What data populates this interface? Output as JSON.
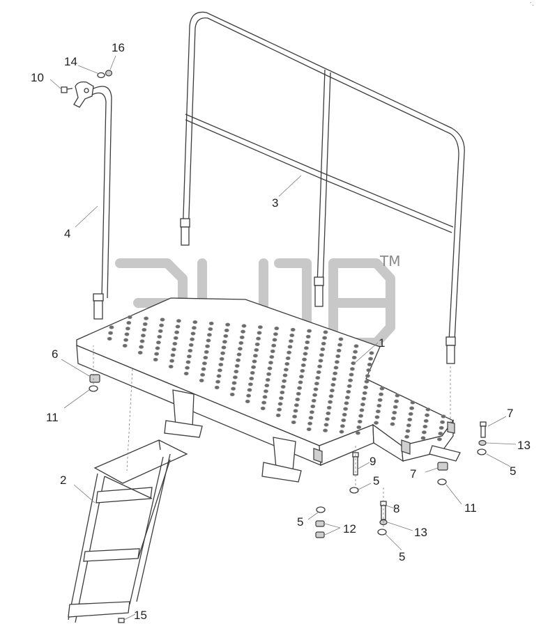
{
  "watermark": {
    "trademark": "TM",
    "color": "#c8c8c8"
  },
  "corner_mark": "´·",
  "callouts": {
    "c1": "1",
    "c2": "2",
    "c3": "3",
    "c4": "4",
    "c5a": "5",
    "c5b": "5",
    "c5c": "5",
    "c5d": "5",
    "c6": "6",
    "c7a": "7",
    "c7b": "7",
    "c8": "8",
    "c9": "9",
    "c10": "10",
    "c11a": "11",
    "c11b": "11",
    "c12": "12",
    "c13a": "13",
    "c13b": "13",
    "c14": "14",
    "c15": "15",
    "c16": "16"
  },
  "colors": {
    "line": "#3a3a3a",
    "hole": "#6b6b6b",
    "background": "#ffffff"
  }
}
